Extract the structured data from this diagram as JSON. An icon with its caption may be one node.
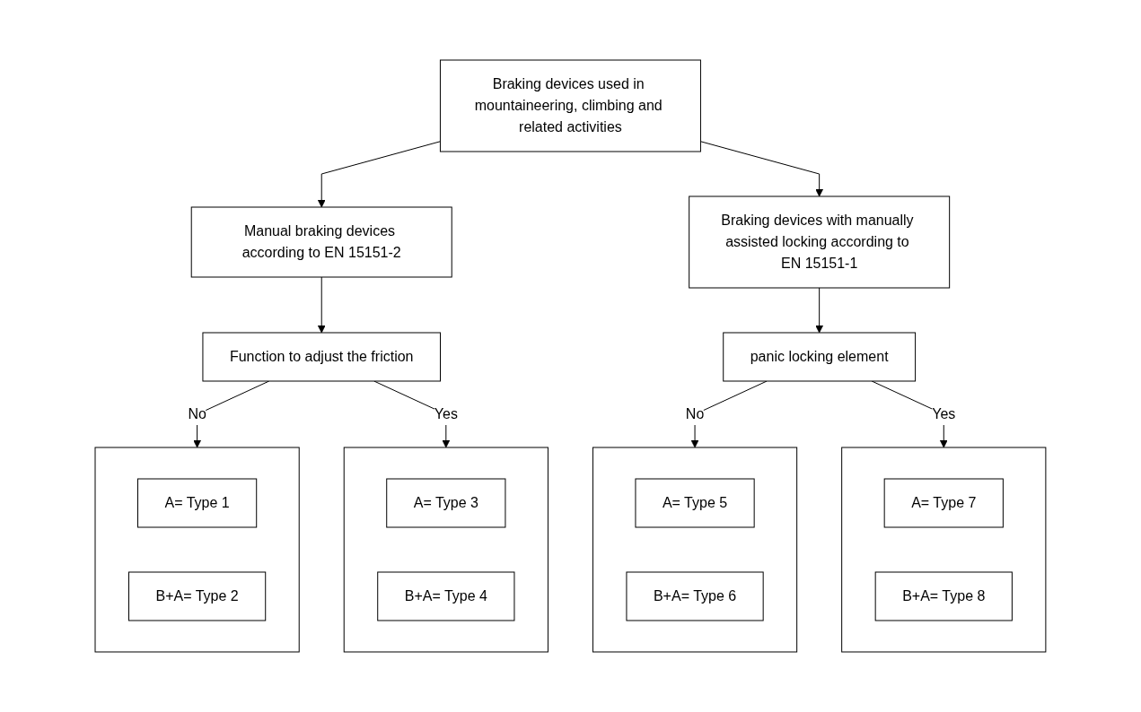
{
  "diagram": {
    "nodes": [
      {
        "text": [
          "Braking devices used in mountaineering, climbing and related activities"
        ]
      },
      {
        "text": [
          "Manual braking devices according to EN 15151-2"
        ]
      },
      {
        "text": [
          "Braking devices with manually assisted locking according to EN 15151-1"
        ]
      },
      {
        "text": [
          "Function to adjust the friction"
        ]
      },
      {
        "text": [
          "panic locking element"
        ]
      },
      {
        "text": [],
        "shape": "box"
      },
      {
        "text": [
          "A= Type 1"
        ],
        "in": 5
      },
      {
        "text": [
          "B+A= Type 2"
        ],
        "in": 5
      },
      {
        "text": [],
        "shape": "box"
      },
      {
        "text": [
          "A= Type 3"
        ],
        "in": 8
      },
      {
        "text": [
          "B+A= Type 4"
        ],
        "in": 8
      },
      {
        "text": [],
        "shape": "box"
      },
      {
        "text": [
          "A= Type 5"
        ],
        "in": 11
      },
      {
        "text": [
          "B+A= Type 6"
        ],
        "in": 11
      },
      {
        "text": [],
        "shape": "box"
      },
      {
        "text": [
          "A= Type 7"
        ],
        "in": 14
      },
      {
        "text": [
          "B+A= Type 8"
        ],
        "in": 14
      }
    ],
    "edges": [
      {
        "from": 0,
        "to": 1,
        "arrow": "to"
      },
      {
        "from": 0,
        "to": 2,
        "arrow": "to"
      },
      {
        "from": 1,
        "to": 3,
        "arrow": "to"
      },
      {
        "from": 2,
        "to": 4,
        "arrow": "to"
      },
      {
        "from": 3,
        "to": 5,
        "label": "No",
        "arrow": "to"
      },
      {
        "from": 3,
        "to": 8,
        "label": "Yes",
        "arrow": "to"
      },
      {
        "from": 4,
        "to": 11,
        "label": "No",
        "arrow": "to"
      },
      {
        "from": 4,
        "to": 14,
        "label": "Yes",
        "arrow": "to"
      }
    ]
  }
}
